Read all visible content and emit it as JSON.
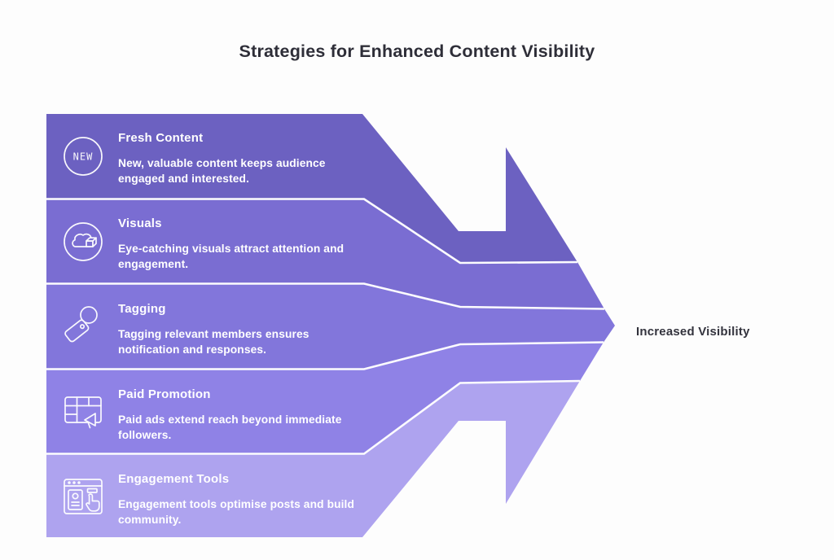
{
  "title": {
    "text": "Strategies for Enhanced Content Visibility",
    "color": "#2E2E38"
  },
  "result_label": {
    "text": "Increased Visibility",
    "color": "#33333D"
  },
  "separator_color": "#FCFCFE",
  "bands": [
    {
      "title": "Fresh Content",
      "body": "New, valuable content keeps audience engaged and interested.",
      "color": "#6C61C1",
      "icon": "new-badge-icon",
      "icon_label": "NEW"
    },
    {
      "title": "Visuals",
      "body": "Eye-catching visuals attract attention and engagement.",
      "color": "#7A6DD2",
      "icon": "image-cloud-icon"
    },
    {
      "title": "Tagging",
      "body": "Tagging relevant members ensures notification and responses.",
      "color": "#8276DB",
      "icon": "tag-icon"
    },
    {
      "title": "Paid Promotion",
      "body": "Paid ads extend reach beyond immediate followers.",
      "color": "#8F82E6",
      "icon": "megaphone-table-icon"
    },
    {
      "title": "Engagement Tools",
      "body": "Engagement tools optimise posts and build community.",
      "color": "#AEA3EF",
      "icon": "browser-hand-icon"
    }
  ]
}
